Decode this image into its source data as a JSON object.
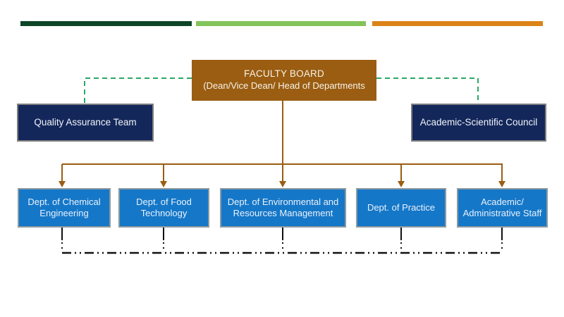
{
  "top_bars": [
    {
      "name": "dark-green-bar",
      "color": "#0E4527"
    },
    {
      "name": "light-green-bar",
      "color": "#82C35A"
    },
    {
      "name": "orange-bar",
      "color": "#DB8317"
    }
  ],
  "org_chart": {
    "root": {
      "title": "FACULTY BOARD",
      "subtitle": "(Dean/Vice Dean/ Head of Departments",
      "color": "#9A5D11",
      "text_color": "#F7F3E9"
    },
    "advisory": [
      {
        "label": "Quality Assurance Team"
      },
      {
        "label": "Academic-Scientific Council"
      }
    ],
    "advisory_color": "#13275B",
    "departments": [
      {
        "label": "Dept. of Chemical\nEngineering"
      },
      {
        "label": "Dept. of Food\nTechnology"
      },
      {
        "label": "Dept. of Environmental and\nResources Management"
      },
      {
        "label": "Dept. of Practice"
      },
      {
        "label": "Academic/\nAdministrative Staff"
      }
    ],
    "department_color": "#1577C8",
    "connector_colors": {
      "advisory_dashed": "#28A866",
      "hierarchy_solid": "#9A5D11",
      "bottom_dashdot": "#111111"
    }
  }
}
